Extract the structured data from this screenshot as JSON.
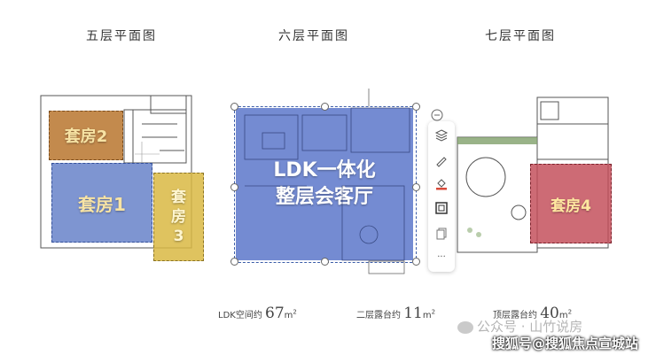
{
  "titles": {
    "floor5": "五层平面图",
    "floor6": "六层平面图",
    "floor7": "七层平面图"
  },
  "zones": {
    "suite2": "套房2",
    "suite1": "套房1",
    "suite3_line1": "套",
    "suite3_line2": "房",
    "suite3_line3": "3",
    "ldk_line1": "LDK一体化",
    "ldk_line2": "整层会客厅",
    "suite4": "套房4"
  },
  "captions": {
    "ldk_label": "LDK空间约",
    "ldk_value": "67",
    "ldk_unit": "m",
    "ldk_sup": "2",
    "terrace2_label": "二层露台约",
    "terrace2_value": "11",
    "terrace2_unit": "m",
    "terrace2_sup": "2",
    "roof_label": "顶层露台约",
    "roof_value": "40",
    "roof_unit": "m",
    "roof_sup": "2"
  },
  "watermark": {
    "line1": "公众号 · 山竹说房",
    "line2": "搜狐号@搜狐焦点宣城站"
  },
  "toolbar": {
    "more_label": "···"
  },
  "colors": {
    "suite2": "#b8752e",
    "suite1": "#5a77c4",
    "suite3": "#d9b843",
    "ldk": "#5572c8",
    "suite4": "#c24a57",
    "zone_text_light": "#f7e3a4",
    "zone_text_white": "#ffffff"
  }
}
